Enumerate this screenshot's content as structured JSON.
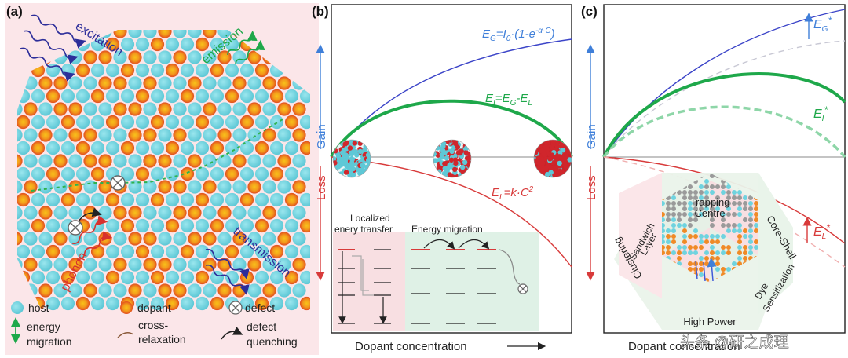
{
  "panels": {
    "a": {
      "label": "(a)",
      "words": {
        "excitation": "excitation",
        "emission": "emission",
        "transmission": "transmission",
        "phonon": "phonon"
      },
      "legend": {
        "host": "host",
        "dopant": "dopant",
        "defect": "defect",
        "energy_l1": "energy",
        "energy_l2": "migration",
        "cross_l1": "cross-",
        "cross_l2": "relaxation",
        "defq_l1": "defect",
        "defq_l2": "quenching"
      },
      "colors": {
        "host": "#6fd3df",
        "dopant": "#ee6a1e",
        "dopant_core": "#f6b01e",
        "background": "#fbe7ea"
      }
    },
    "b": {
      "label": "(b)",
      "eq_gain": "E_G=I_0·(1-e^{-α·C})",
      "eq_gain_parts": [
        "E",
        "G",
        "=I",
        "0",
        "·(1-e",
        "-α·C",
        ")"
      ],
      "eq_net_parts": [
        "E",
        "I",
        "=E",
        "G",
        "-E",
        "L"
      ],
      "eq_loss_parts": [
        "E",
        "L",
        "=k·C",
        "2"
      ],
      "y_gain": "Gain",
      "y_loss": "Loss",
      "x_label": "Dopant concentration",
      "inset_left_l1": "Localized",
      "inset_left_l2": "enery transfer",
      "inset_right": "Energy migration"
    },
    "c": {
      "label": "(c)",
      "eg_star_parts": [
        "E",
        "G",
        "*"
      ],
      "ei_star_parts": [
        "E",
        "I",
        "*"
      ],
      "el_star_parts": [
        "E",
        "L",
        "*"
      ],
      "y_gain": "Gain",
      "y_loss": "Loss",
      "x_label": "Dopant concentration",
      "hex": {
        "trapping_l1": "Trapping",
        "trapping_l2": "Centre",
        "core_shell": "Core-Shell",
        "dye_l1": "Dye",
        "dye_l2": "Sensitization",
        "high_power": "High Power",
        "clustering": "Clustering",
        "sandwich_l1": "Sandwich",
        "sandwich_l2": "Layer"
      }
    }
  },
  "watermark": "头条 @研之成理",
  "colors": {
    "gain": "#3f7fd9",
    "loss": "#d83a3a",
    "net": "#1ea84a",
    "eg_line": "#3b44c8"
  }
}
